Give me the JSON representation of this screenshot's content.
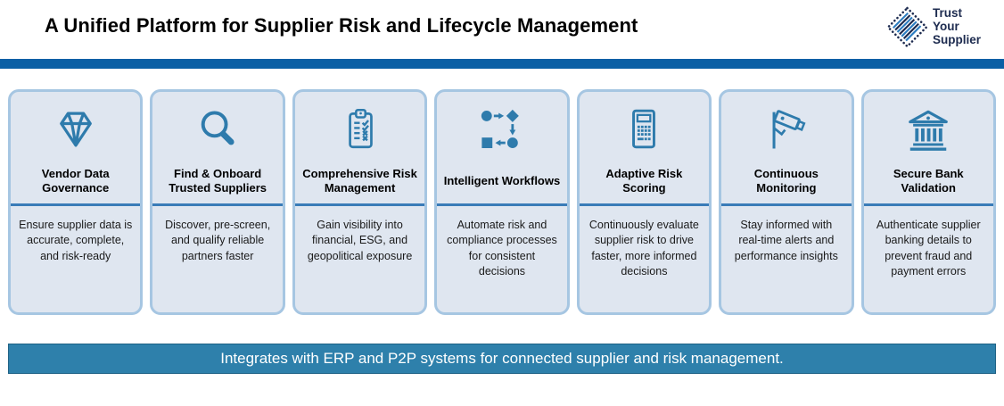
{
  "header": {
    "title": "A Unified Platform for Supplier Risk and Lifecycle Management",
    "logo": {
      "icon": "trust-your-supplier-logo-mark",
      "lines": [
        "Trust",
        "Your",
        "Supplier"
      ]
    }
  },
  "cards": [
    {
      "icon": "gem-icon",
      "title": "Vendor Data Governance",
      "description": "Ensure supplier data is accurate, complete, and risk-ready"
    },
    {
      "icon": "magnifier-icon",
      "title": "Find & Onboard Trusted Suppliers",
      "description": "Discover, pre-screen, and qualify reliable partners faster"
    },
    {
      "icon": "checklist-clipboard-icon",
      "title": "Comprehensive Risk Management",
      "description": "Gain visibility into financial, ESG, and geopolitical exposure"
    },
    {
      "icon": "workflow-icon",
      "title": "Intelligent Workflows",
      "description": "Automate risk and compliance processes for consistent decisions"
    },
    {
      "icon": "calculator-icon",
      "title": "Adaptive Risk Scoring",
      "description": "Continuously evaluate supplier risk to drive faster, more informed decisions"
    },
    {
      "icon": "surveillance-camera-icon",
      "title": "Continuous Monitoring",
      "description": "Stay informed with real-time alerts and performance insights"
    },
    {
      "icon": "bank-icon",
      "title": "Secure Bank Validation",
      "description": "Authenticate supplier banking details to prevent fraud and payment errors"
    }
  ],
  "banner": {
    "text": "Integrates with ERP and P2P systems for connected supplier and risk management."
  },
  "colors": {
    "top_bar_blue": "#0a5fa5",
    "card_fill": "#dfe6f0",
    "card_border": "#a6c6e2",
    "icon_blue": "#2e7bac",
    "divider_blue": "#3a7cb8",
    "banner_fill": "#2e80ab",
    "logo_navy": "#1d2b4f",
    "logo_blue": "#2b7cc0"
  }
}
